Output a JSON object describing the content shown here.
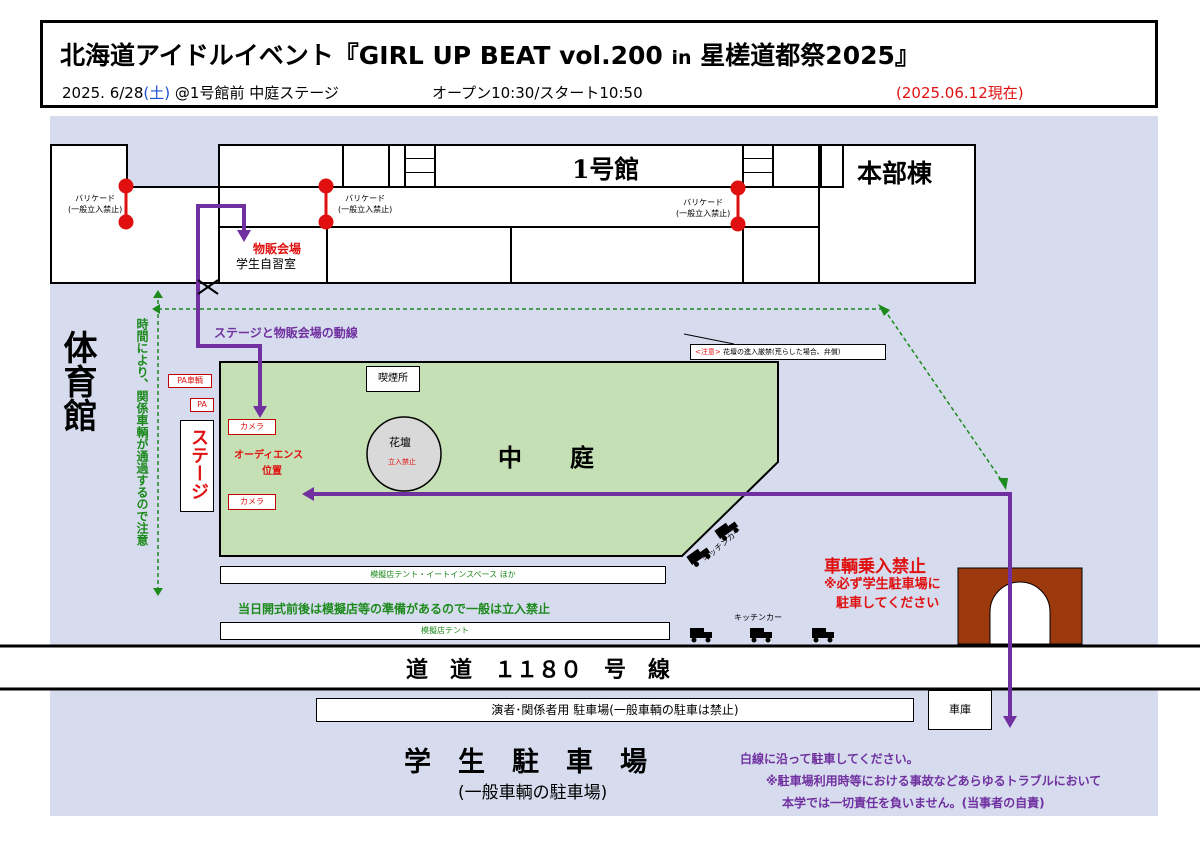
{
  "header": {
    "title_main": "北海道アイドルイベント『GIRL UP BEAT vol.200",
    "title_in": "in",
    "title_end": "星槎道都祭2025』",
    "date_a": "2025. 6/28",
    "date_dow": "(土)",
    "date_b": "@1号館前 中庭ステージ",
    "times": "オープン10:30/スタート10:50",
    "as_of": "(2025.06.12現在)"
  },
  "buildings": {
    "bldg1": "1号館",
    "honbu": "本部棟",
    "gym": "体育館"
  },
  "barricades": [
    {
      "label": "バリケード",
      "note": "(一般立入禁止)"
    },
    {
      "label": "バリケード",
      "note": "(一般立入禁止)"
    },
    {
      "label": "バリケード",
      "note": "(一般立入禁止)"
    }
  ],
  "rooms": {
    "merch": "物販会場",
    "study": "学生自習室",
    "smoking": "喫煙所"
  },
  "labels": {
    "route": "ステージと物販会場の動線",
    "vehicle_note": "時間により、関係車輌が通過するので注意",
    "pa_car": "PA車輌",
    "pa": "PA",
    "stage": "ステージ",
    "camera1": "カメラ",
    "camera2": "カメラ",
    "audience1": "オーディエンス",
    "audience2": "位置",
    "flowerbed": "花壇",
    "flowerbed_note": "立入禁止",
    "courtyard": "中　　庭",
    "caution_tag": "<注意>",
    "caution_text": "花壇の進入厳禁(荒らした場合、弁償)",
    "kitchen_car_a": "キッチンカー",
    "kitchen_car_b": "キッチンカー",
    "no_vehicle": "車輌乗入禁止",
    "no_vehicle_sub1": "※必ず学生駐車場に",
    "no_vehicle_sub2": "駐車してください",
    "tent_event": "模擬店テント・イートインスペース ほか",
    "tent_notice": "当日開式前後は模擬店等の準備があるので一般は立入禁止",
    "tent": "模擬店テント",
    "road": "道　道　１１８０　号　線",
    "staff_parking": "演者･関係者用 駐車場(一般車輌の駐車は禁止)",
    "garage": "車庫",
    "student_parking": "学　生　駐　車　場",
    "student_parking_sub": "(一般車輌の駐車場)",
    "parking_line": "白線に沿って駐車してください。",
    "disclaimer1": "※駐車場利用時等における事故などあらゆるトラブルにおいて",
    "disclaimer2": "本学では一切責任を負いません。(当事者の自責)"
  },
  "colors": {
    "route": "#7030a0",
    "barricade": "#e01010",
    "courtyard": "#c5e0b4",
    "map_bg": "#d6dcee",
    "tunnel": "#9c3a0e",
    "dashed": "#1d8a1d"
  }
}
